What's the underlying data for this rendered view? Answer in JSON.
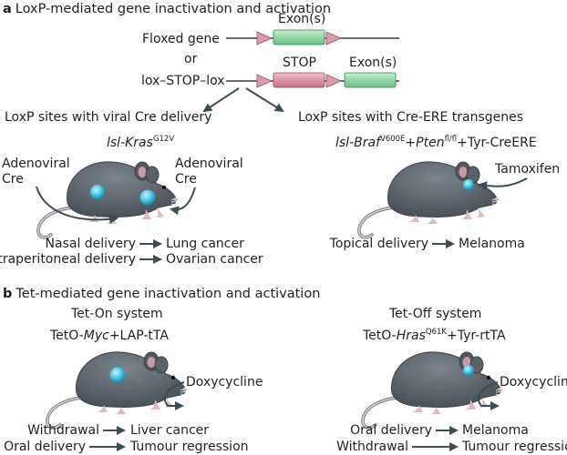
{
  "section_a": {
    "letter": "a",
    "title": "LoxP-mediated gene inactivation and activation",
    "floxed_gene_label": "Floxed gene",
    "or_label": "or",
    "lsl_label": "lox–STOP–lox",
    "exon_label_top": "Exon(s)",
    "stop_label": "STOP",
    "exon_label_bottom": "Exon(s)",
    "left_branch_label": "LoxP sites with viral Cre delivery",
    "right_branch_label": "LoxP sites with Cre-ERE transgenes",
    "left_model": {
      "gene_italic": "lsl-Kras",
      "gene_sup": "G12V"
    },
    "right_model": {
      "part1_italic": "lsl-Braf",
      "part1_sup": "V600E",
      "plus1": "+",
      "part2_italic": "Pten",
      "part2_sup": "fl/fl",
      "rest": "+Tyr-CreERE"
    },
    "adeno_left": [
      "Adenoviral",
      "Cre"
    ],
    "adeno_right": [
      "Adenoviral",
      "Cre"
    ],
    "tamoxifen": "Tamoxifen",
    "left_outcomes": [
      {
        "cause": "Nasal delivery",
        "effect": "Lung cancer"
      },
      {
        "cause": "Intraperitoneal delivery",
        "effect": "Ovarian cancer"
      }
    ],
    "right_outcomes": [
      {
        "cause": "Topical delivery",
        "effect": "Melanoma"
      }
    ]
  },
  "section_b": {
    "letter": "b",
    "title": "Tet-mediated gene inactivation and activation",
    "left_system": "Tet-On system",
    "left_model": {
      "pre": "TetO-",
      "gene_italic": "Myc",
      "rest": "+LAP-tTA"
    },
    "right_system": "Tet-Off system",
    "right_model": {
      "pre": "TetO-",
      "gene_italic": "Hras",
      "gene_sup": "Q61K",
      "rest": "+Tyr-rtTA"
    },
    "doxy_left": "Doxycycline",
    "doxy_right": "Doxycycline",
    "left_outcomes": [
      {
        "cause": "Withdrawal",
        "effect": "Liver cancer"
      },
      {
        "cause": "Oral delivery",
        "effect": "Tumour regression"
      }
    ],
    "right_outcomes": [
      {
        "cause": "Oral delivery",
        "effect": "Melanoma"
      },
      {
        "cause": "Withdrawal",
        "effect": "Tumour regression"
      }
    ]
  },
  "colors": {
    "mouse_body": "#5c636b",
    "loxp": "#d79cab",
    "exon": "#8fd0a1",
    "stop": "#d98aa0",
    "arrow": "#3d4d55",
    "spot": "#4cc6e6"
  }
}
